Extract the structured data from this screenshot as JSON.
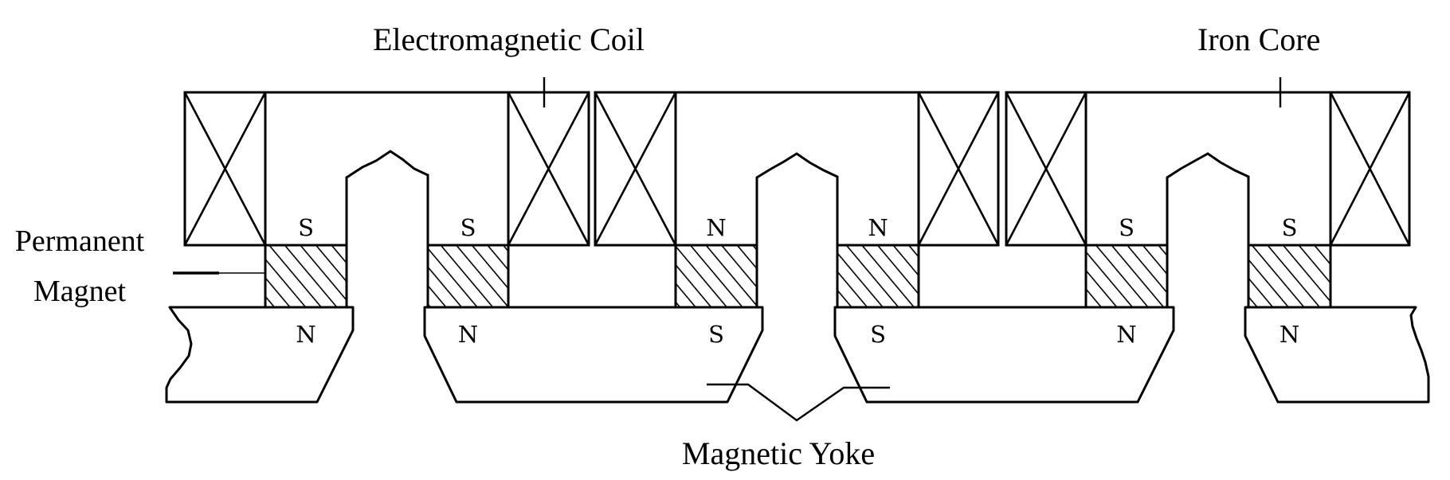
{
  "title": "Electromagnetic actuator cross-section",
  "labels": {
    "electromagnetic_coil": "Electromagnetic Coil",
    "iron_core": "Iron Core",
    "permanent_magnet_line1": "Permanent",
    "permanent_magnet_line2": "Magnet",
    "magnetic_yoke": "Magnetic Yoke"
  },
  "magnets": [
    {
      "top_pole": "S",
      "bottom_pole": "N"
    },
    {
      "top_pole": "S",
      "bottom_pole": "N"
    },
    {
      "top_pole": "N",
      "bottom_pole": "S"
    },
    {
      "top_pole": "N",
      "bottom_pole": "S"
    },
    {
      "top_pole": "S",
      "bottom_pole": "N"
    },
    {
      "top_pole": "S",
      "bottom_pole": "N"
    }
  ],
  "coil_count": 6,
  "colors": {
    "line": "#000000",
    "background": "#ffffff"
  }
}
